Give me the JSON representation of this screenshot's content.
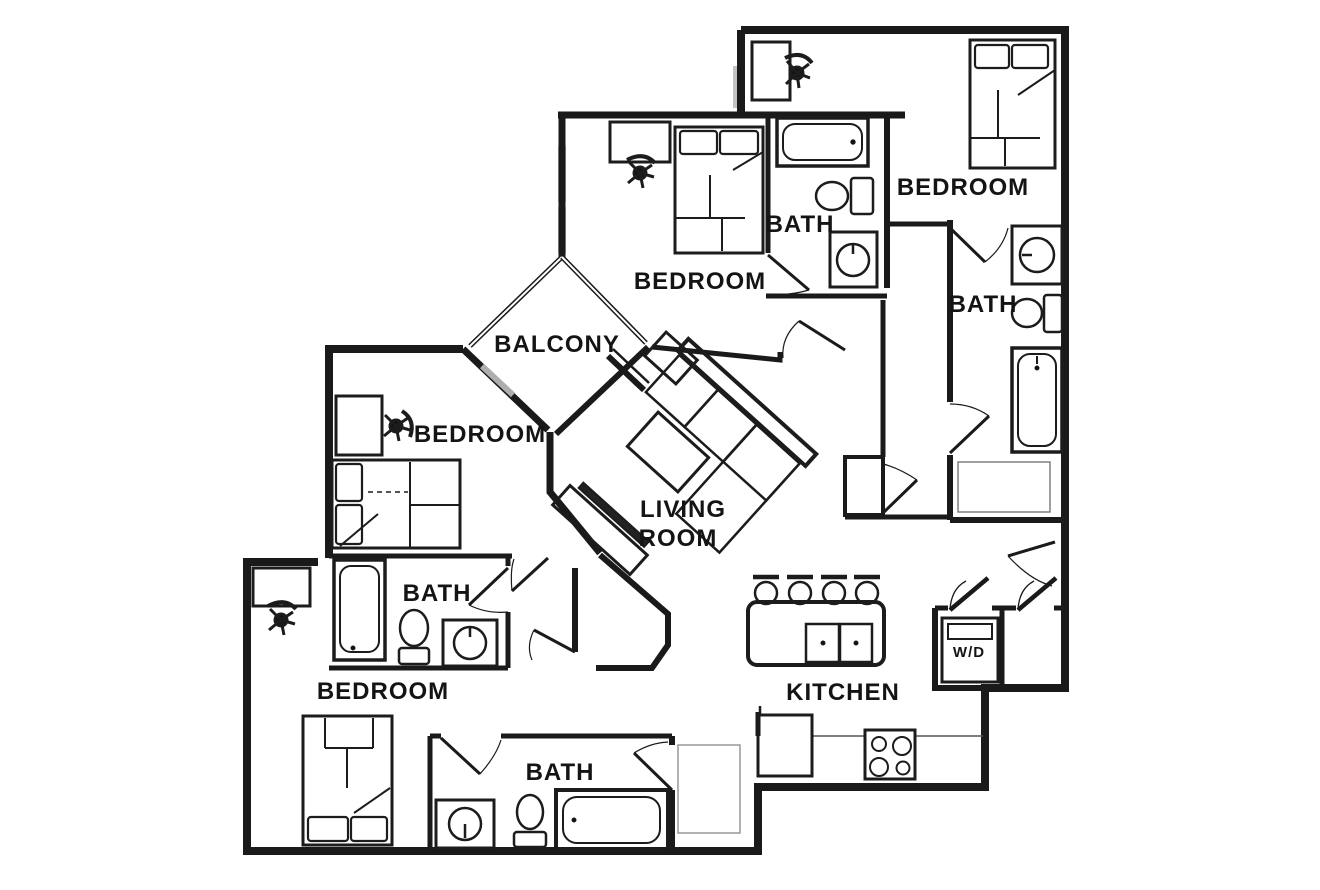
{
  "page": {
    "background": "#ffffff"
  },
  "plan": {
    "wall_color": "#1a1a1a",
    "window_color": "#c4c4c4",
    "slider_color": "#aeaeae",
    "rooms": {
      "bedroom_top_right": {
        "label": "BEDROOM"
      },
      "bath_top_middle": {
        "label": "BATH"
      },
      "bedroom_top_middle": {
        "label": "BEDROOM"
      },
      "bath_right": {
        "label": "BATH"
      },
      "balcony": {
        "label": "BALCONY"
      },
      "bedroom_middle_left": {
        "label": "BEDROOM"
      },
      "living_room": {
        "label_line1": "LIVING",
        "label_line2": "ROOM"
      },
      "bath_middle_left": {
        "label": "BATH"
      },
      "bedroom_bottom_left": {
        "label": "BEDROOM"
      },
      "kitchen": {
        "label": "KITCHEN"
      },
      "bath_bottom": {
        "label": "BATH"
      },
      "laundry_closet": {
        "label": "W/D"
      }
    },
    "fixtures": [
      "bed",
      "desk",
      "office-chair",
      "bathtub",
      "toilet",
      "sink",
      "sectional-sofa",
      "chaise",
      "coffee-table",
      "armchair",
      "tv-stand",
      "kitchen-island",
      "bar-stool",
      "double-basin-sink",
      "refrigerator",
      "stove",
      "washer-dryer",
      "balcony-railing",
      "sliding-door"
    ]
  }
}
